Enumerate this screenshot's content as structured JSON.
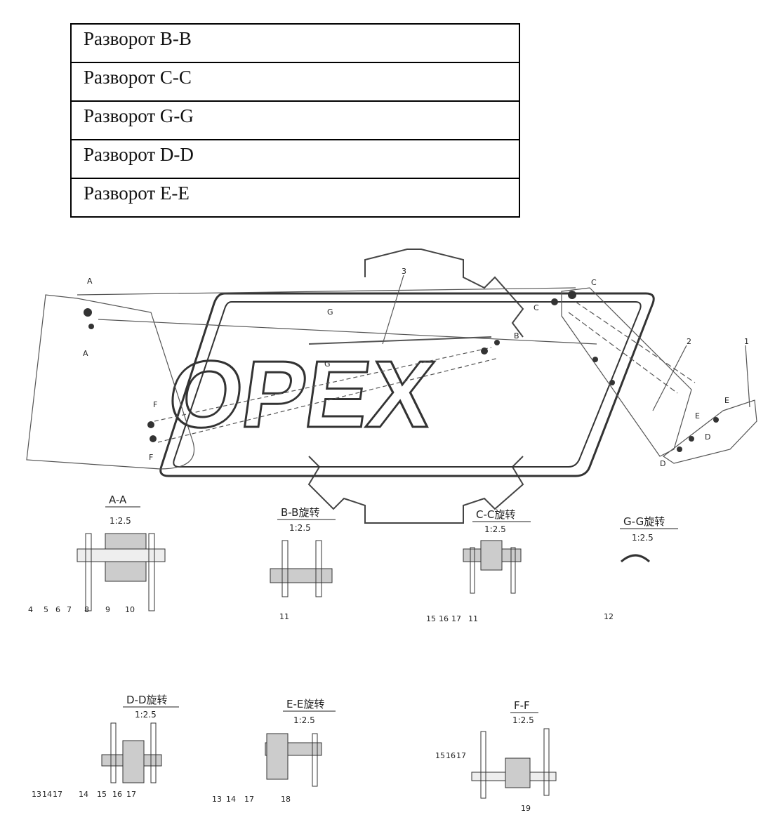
{
  "legend": {
    "rows": [
      "Разворот B-B",
      "Разворот C-C",
      "Разворот G-G",
      "Разворот D-D",
      "Разворот E-E"
    ]
  },
  "watermark": {
    "text": "OPEX"
  },
  "main_view": {
    "part_numbers": [
      "1",
      "2",
      "3"
    ],
    "section_marks": [
      "A",
      "A",
      "B",
      "C",
      "C",
      "G",
      "G",
      "F",
      "F",
      "E",
      "D",
      "D",
      "E"
    ]
  },
  "sections": [
    {
      "title": "A-A",
      "scale": "1:2.5",
      "callouts": [
        "4",
        "5",
        "6",
        "7",
        "8",
        "9",
        "10"
      ]
    },
    {
      "title": "B-B旋转",
      "scale": "1:2.5",
      "callouts": [
        "11"
      ]
    },
    {
      "title": "C-C旋转",
      "scale": "1:2.5",
      "callouts": [
        "15",
        "16",
        "17",
        "11"
      ]
    },
    {
      "title": "G-G旋转",
      "scale": "1:2.5",
      "callouts": [
        "12"
      ]
    },
    {
      "title": "D-D旋转",
      "scale": "1:2.5",
      "callouts": [
        "13",
        "14",
        "17",
        "14",
        "15",
        "16",
        "17"
      ]
    },
    {
      "title": "E-E旋转",
      "scale": "1:2.5",
      "callouts": [
        "13",
        "14",
        "17",
        "18"
      ]
    },
    {
      "title": "F-F",
      "scale": "1:2.5",
      "callouts": [
        "15",
        "16",
        "17",
        "19"
      ]
    }
  ]
}
